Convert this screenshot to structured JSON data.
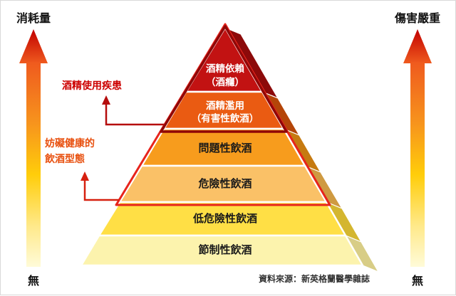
{
  "axes": {
    "left": {
      "top_label": "消耗量",
      "bottom_label": "無"
    },
    "right": {
      "top_label": "傷害嚴重",
      "bottom_label": "無"
    },
    "head_gradient": [
      "#c20000",
      "#ef5a1e"
    ],
    "shaft_gradient": [
      "#ef5a1e",
      "#f7941d",
      "#ffcd0a",
      "#ffe98a",
      "#fffbd8"
    ]
  },
  "pyramid": {
    "levels": [
      {
        "line1": "酒精依賴",
        "line2": "（酒癮）",
        "fill": "#c21212",
        "side": "#8c0a0a",
        "text_color": "#ffffff"
      },
      {
        "line1": "酒精濫用",
        "line2": "（有害性飲酒）",
        "fill": "#ea5b12",
        "side": "#b44508",
        "text_color": "#ffffff"
      },
      {
        "line1": "問題性飲酒",
        "fill": "#f79c1d",
        "side": "#c67a10",
        "text_color": "#1a1a1a"
      },
      {
        "line1": "危險性飲酒",
        "fill": "#fac167",
        "side": "#cf9a41",
        "text_color": "#1a1a1a"
      },
      {
        "line1": "低危險性飲酒",
        "fill": "#ffdf45",
        "side": "#d4b62f",
        "text_color": "#1a1a1a"
      },
      {
        "line1": "節制性飲酒",
        "fill": "#fcf3ad",
        "side": "#d8cd86",
        "text_color": "#1a1a1a"
      }
    ],
    "outline_top2_color": "#8f0707",
    "outline_top4_color": "#e7241c"
  },
  "annotations": {
    "disorder": {
      "text": "酒精使用疾患",
      "color": "#cc0000",
      "arrow_color": "#b50d0d"
    },
    "unhealthy": {
      "line1": "妨礙健康的",
      "line2": "飲酒型態",
      "color": "#e8500f",
      "arrow_color": "#d6200f"
    }
  },
  "source": "資料來源：新英格蘭醫學雜誌"
}
